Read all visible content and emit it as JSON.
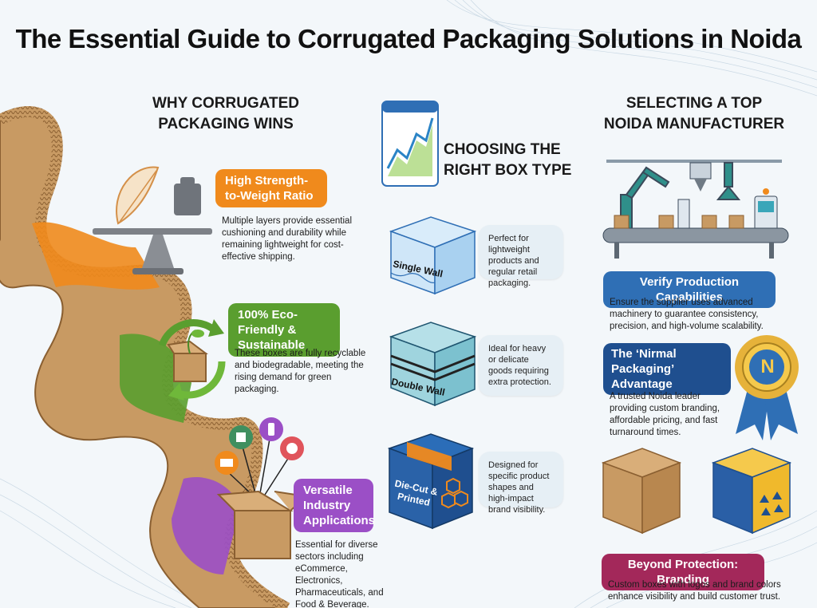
{
  "title": "The Essential Guide to Corrugated Packaging Solutions in Noida",
  "colors": {
    "orange": "#f08a1c",
    "green": "#5a9e2f",
    "purple": "#9b4fc6",
    "blue": "#2f6fb5",
    "navy": "#1f4f8f",
    "maroon": "#a3285a",
    "kraft": "#c89a63"
  },
  "left": {
    "heading": "WHY CORRUGATED PACKAGING WINS",
    "items": [
      {
        "label": "High Strength-to-Weight Ratio",
        "desc": "Multiple layers provide essential cushioning and durability while remaining lightweight for cost-effective shipping.",
        "icon": "balance-scale-icon"
      },
      {
        "label": "100% Eco-Friendly & Sustainable",
        "desc": "These boxes are fully recyclable and biodegradable, meeting the rising demand for green packaging.",
        "icon": "recycle-box-icon"
      },
      {
        "label": "Versatile Industry Applications",
        "desc": "Essential for diverse sectors including eCommerce, Electronics, Pharmaceuticals, and Food & Beverage.",
        "icon": "open-box-icon"
      }
    ]
  },
  "middle": {
    "heading": "CHOOSING THE RIGHT BOX TYPE",
    "boxes": [
      {
        "label": "Single Wall",
        "desc": "Perfect for lightweight products and regular retail packaging."
      },
      {
        "label": "Double Wall",
        "desc": "Ideal for heavy or delicate goods requiring extra protection."
      },
      {
        "label": "Die-Cut & Printed",
        "desc": "Designed for specific product shapes and high-impact brand visibility."
      }
    ]
  },
  "right": {
    "heading": "SELECTING A TOP NOIDA MANUFACTURER",
    "items": [
      {
        "label": "Verify Production Capabilities",
        "desc": "Ensure the supplier uses advanced machinery to guarantee consistency, precision, and high-volume scalability."
      },
      {
        "label": "The ‘Nirmal Packaging’ Advantage",
        "desc": "A trusted Noida leader providing custom branding, affordable pricing, and fast turnaround times.",
        "badge_letter": "N"
      },
      {
        "label": "Beyond Protection: Branding",
        "desc": "Custom boxes with logos and brand colors enhance visibility and build customer trust."
      }
    ]
  }
}
